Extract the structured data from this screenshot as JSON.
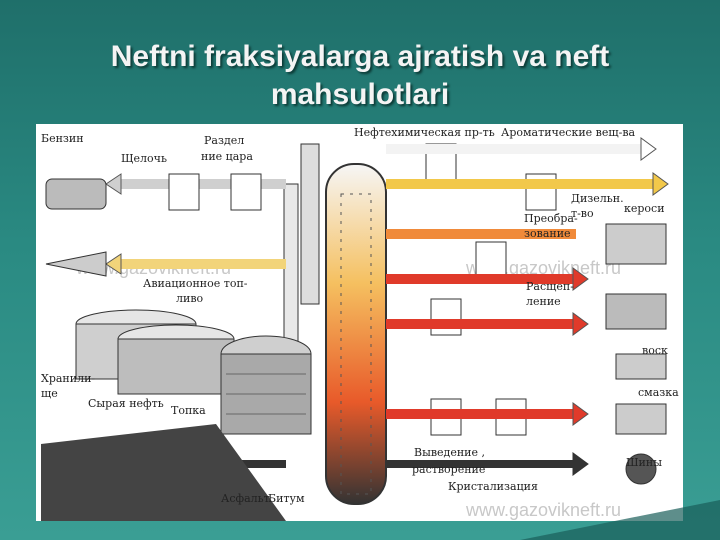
{
  "slide": {
    "title": "Neftni fraksiyalarga ajratish va neft mahsulotlari"
  },
  "figure": {
    "labels": {
      "benzin": "Бензин",
      "shchelochi": "Щелочь",
      "razdelenie_1": "Раздел",
      "razdelenie_2": "ние цара",
      "neftekhim": "Нефтехимическая пр-ть",
      "aromat": "Ароматические вещ-ва",
      "dizel_1": "Дизельн.",
      "dizel_2": "т-во",
      "kerosin": "кероси",
      "preobr_1": "Преобра-",
      "preobr_2": "зование",
      "avia_1": "Авиационное топ-",
      "avia_2": "ливо",
      "rasshchep_1": "Расщеп-",
      "rasshchep_2": "ление",
      "vosk": "воск",
      "smazka": "смазка",
      "khranil_1": "Хранили-",
      "khranil_2": "ще",
      "syraya_neft": "Сырая нефть",
      "topka": "Топка",
      "vyvedenie_1": "Выведение ,",
      "vyvedenie_2": "растворение",
      "shiny": "Шины",
      "kristal": "Кристализация",
      "asfalt": "Асфальт",
      "bitum": "Битум"
    },
    "watermark": "www.gazovikneft.ru",
    "colors": {
      "hot": "#e03a2a",
      "warm": "#f08a3a",
      "yellow": "#f2c84a",
      "cool": "#f3f3f3",
      "outline": "#333333"
    }
  }
}
